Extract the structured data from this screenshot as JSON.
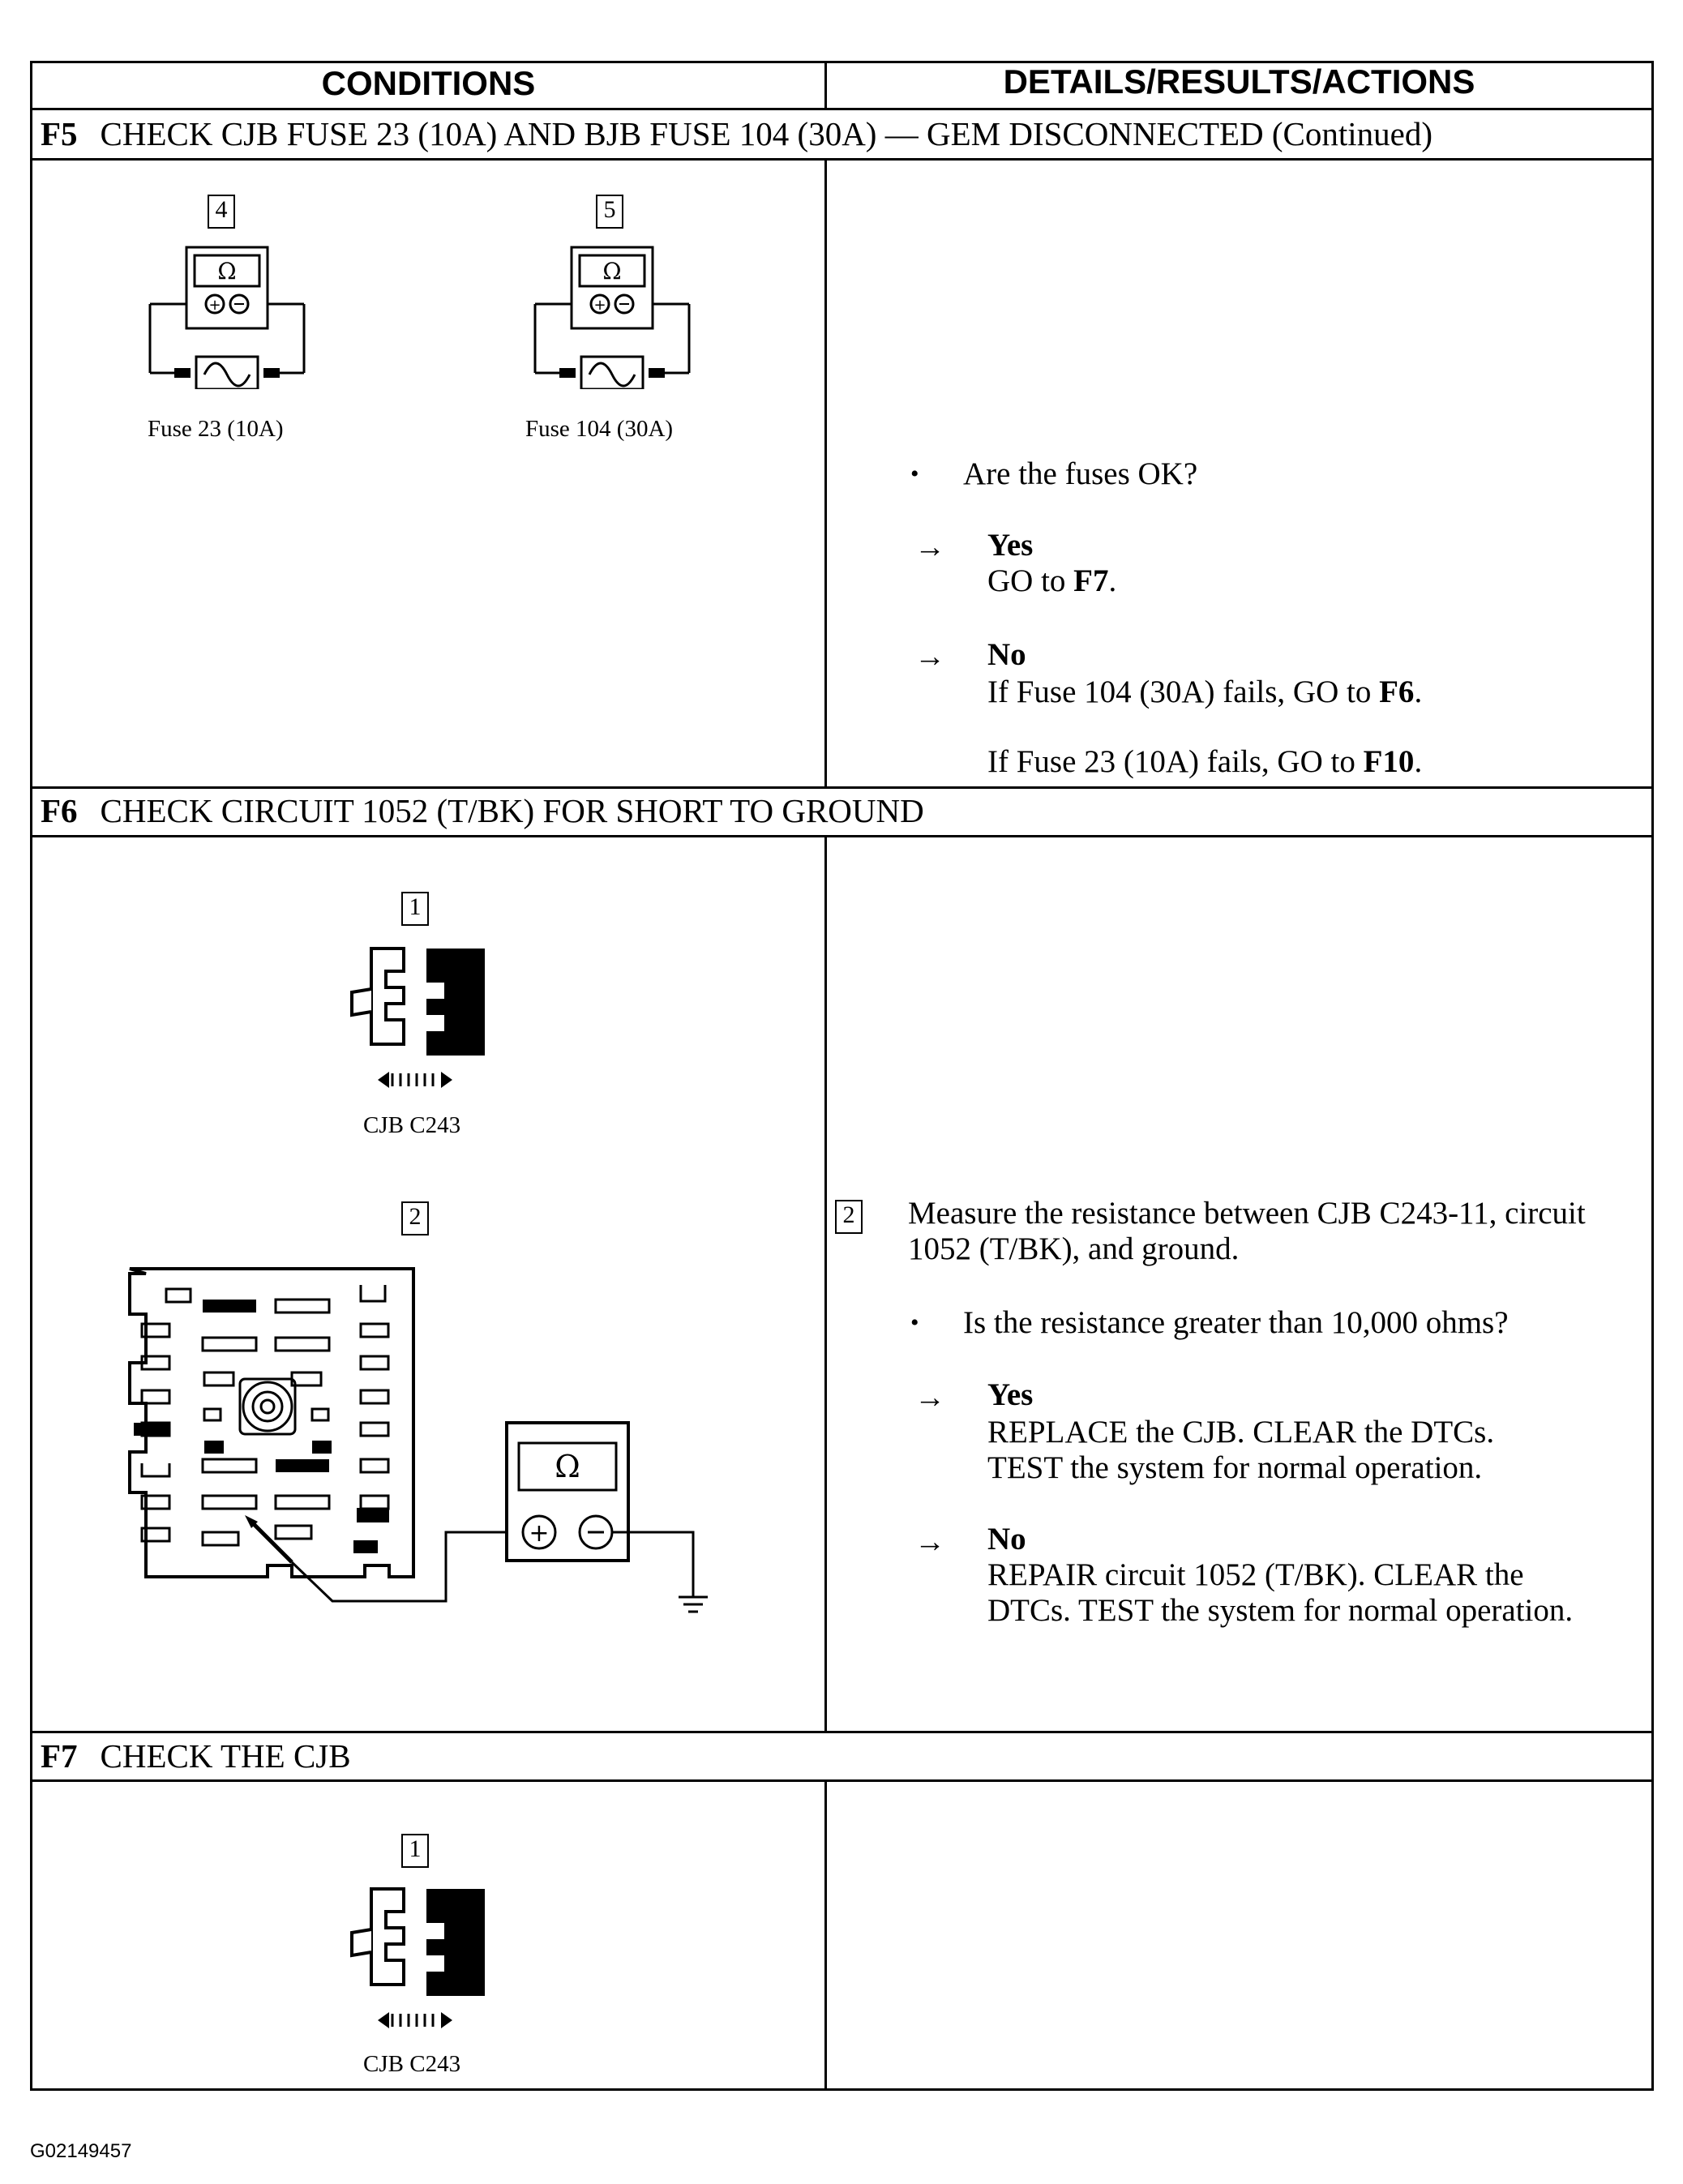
{
  "headers": {
    "conditions": "CONDITIONS",
    "details": "DETAILS/RESULTS/ACTIONS"
  },
  "f5": {
    "id": "F5",
    "title": "CHECK CJB FUSE 23 (10A) AND BJB FUSE 104 (30A) — GEM DISCONNECTED (Continued)",
    "step4": "4",
    "step5": "5",
    "meter_symbol": "Ω",
    "fuse23_label": "Fuse 23 (10A)",
    "fuse104_label": "Fuse 104 (30A)",
    "question": "Are the fuses OK?",
    "yes_label": "Yes",
    "yes_action": "GO to F7.",
    "no_label": "No",
    "no_action_1": "If Fuse 104 (30A) fails, GO to F6.",
    "no_action_2": "If Fuse 23 (10A) fails, GO to F10."
  },
  "f6": {
    "id": "F6",
    "title": "CHECK CIRCUIT 1052 (T/BK) FOR SHORT TO GROUND",
    "step1": "1",
    "step2": "2",
    "connector_label": "CJB C243",
    "meter_symbol": "Ω",
    "instruction": "Measure the resistance between CJB C243-11, circuit 1052 (T/BK), and ground.",
    "question": "Is the resistance greater than 10,000 ohms?",
    "yes_label": "Yes",
    "yes_action": "REPLACE the CJB. CLEAR the DTCs. TEST the system for normal operation.",
    "no_label": "No",
    "no_action": "REPAIR circuit 1052 (T/BK). CLEAR the DTCs. TEST the system for normal operation."
  },
  "f7": {
    "id": "F7",
    "title": "CHECK THE CJB",
    "step1": "1",
    "connector_label": "CJB C243"
  },
  "figure_code": "G02149457"
}
